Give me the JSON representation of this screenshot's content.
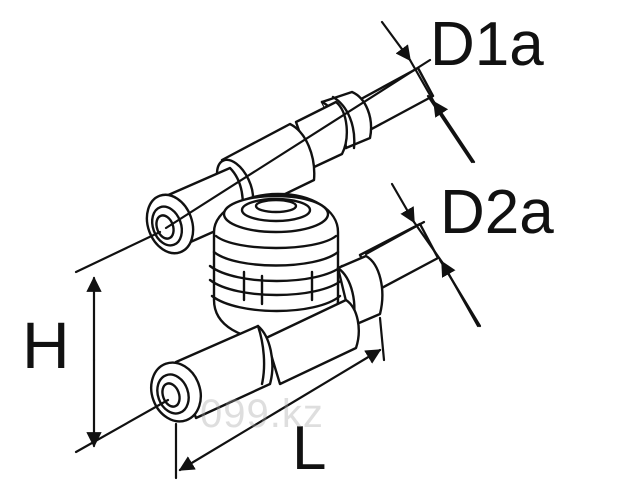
{
  "labels": {
    "d1a": "D1a",
    "d2a": "D2a",
    "height": "H",
    "length": "L"
  },
  "watermark": "099.kz",
  "colors": {
    "stroke": "#111111",
    "fill": "#ffffff"
  }
}
